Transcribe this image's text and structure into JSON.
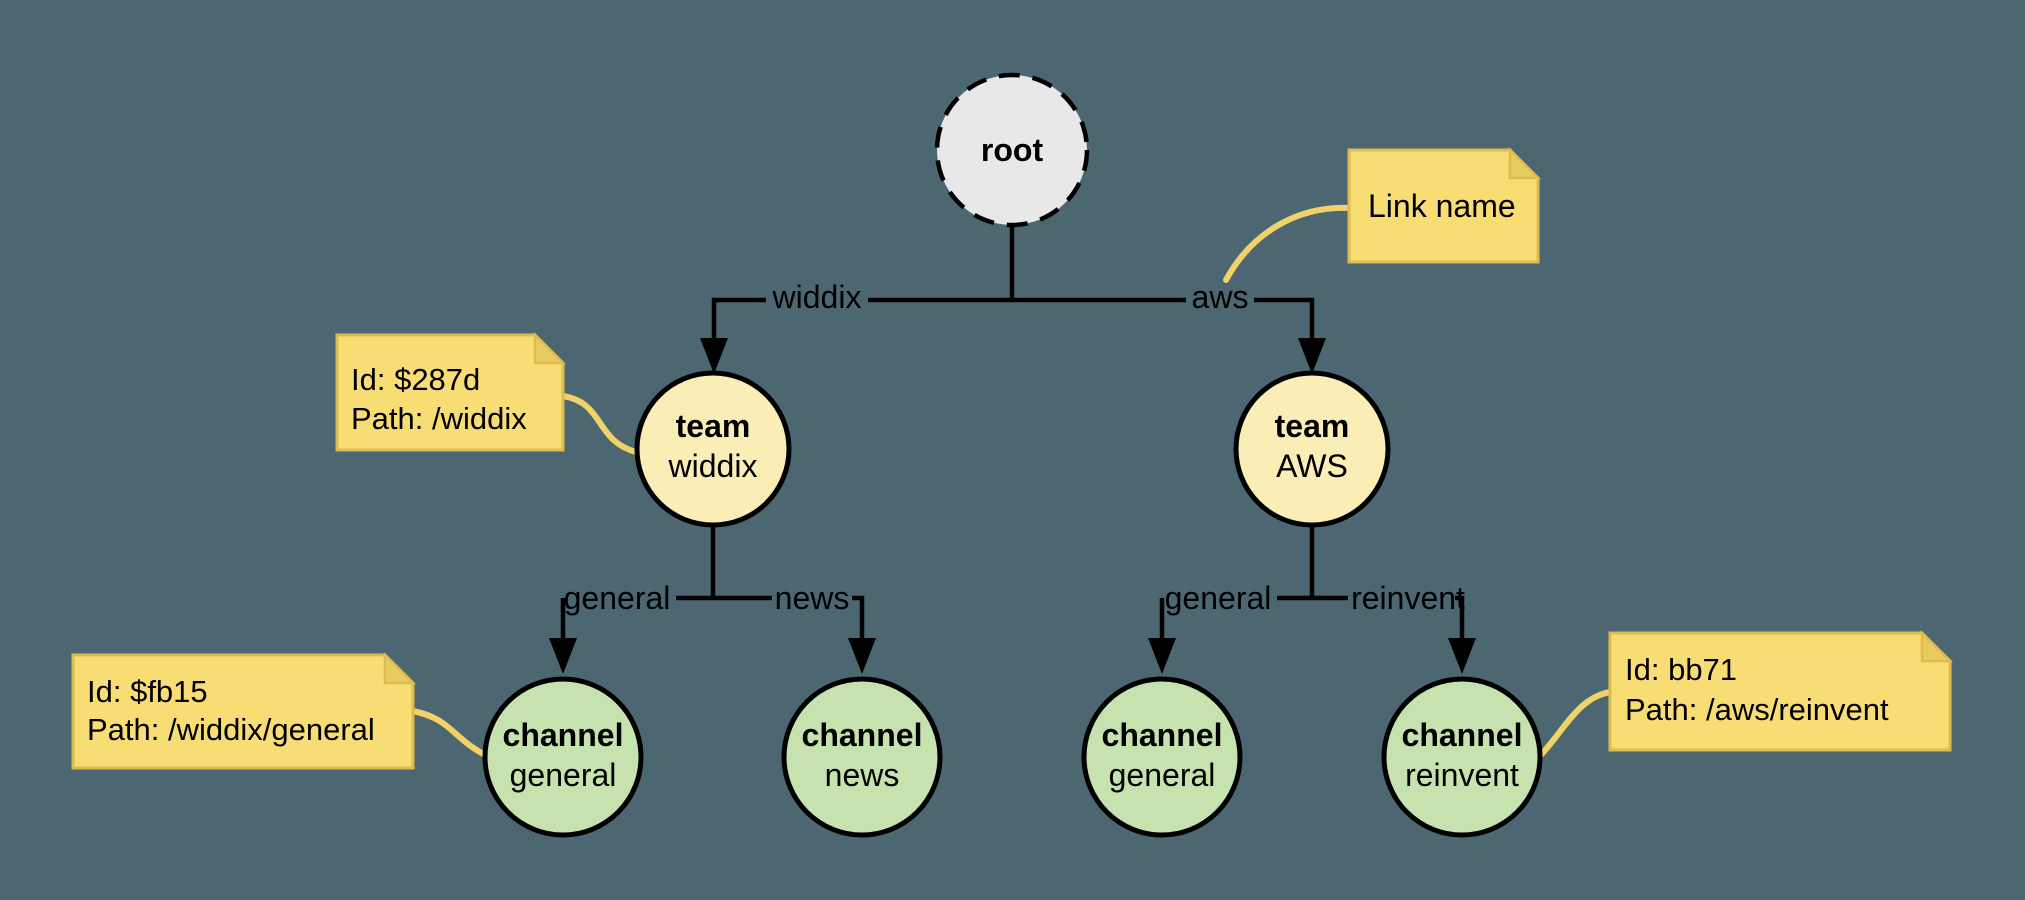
{
  "colors": {
    "background": "#4D6772",
    "line": "#000000",
    "root_fill": "#E8E8E8",
    "team_fill": "#FAEDB5",
    "channel_fill": "#C6E3AF",
    "note_fill": "#F8DC74",
    "note_border": "#DDBB4C",
    "note_fold": "#E9CC60",
    "connector": "#F0D269"
  },
  "nodes": {
    "root": {
      "title": "root"
    },
    "team_widdix": {
      "title": "team",
      "subtitle": "widdix"
    },
    "team_aws": {
      "title": "team",
      "subtitle": "AWS"
    },
    "channel_widdix_general": {
      "title": "channel",
      "subtitle": "general"
    },
    "channel_widdix_news": {
      "title": "channel",
      "subtitle": "news"
    },
    "channel_aws_general": {
      "title": "channel",
      "subtitle": "general"
    },
    "channel_aws_reinvent": {
      "title": "channel",
      "subtitle": "reinvent"
    }
  },
  "edge_labels": {
    "root_widdix": "widdix",
    "root_aws": "aws",
    "widdix_general": "general",
    "widdix_news": "news",
    "aws_general": "general",
    "aws_reinvent": "reinvent"
  },
  "notes": {
    "link_name": {
      "line1": "Link name"
    },
    "team_widdix": {
      "line1": "Id: $287d",
      "line2": "Path: /widdix"
    },
    "channel_general": {
      "line1": "Id: $fb15",
      "line2": "Path: /widdix/general"
    },
    "channel_reinvent": {
      "line1": "Id: bb71",
      "line2": "Path: /aws/reinvent"
    }
  }
}
